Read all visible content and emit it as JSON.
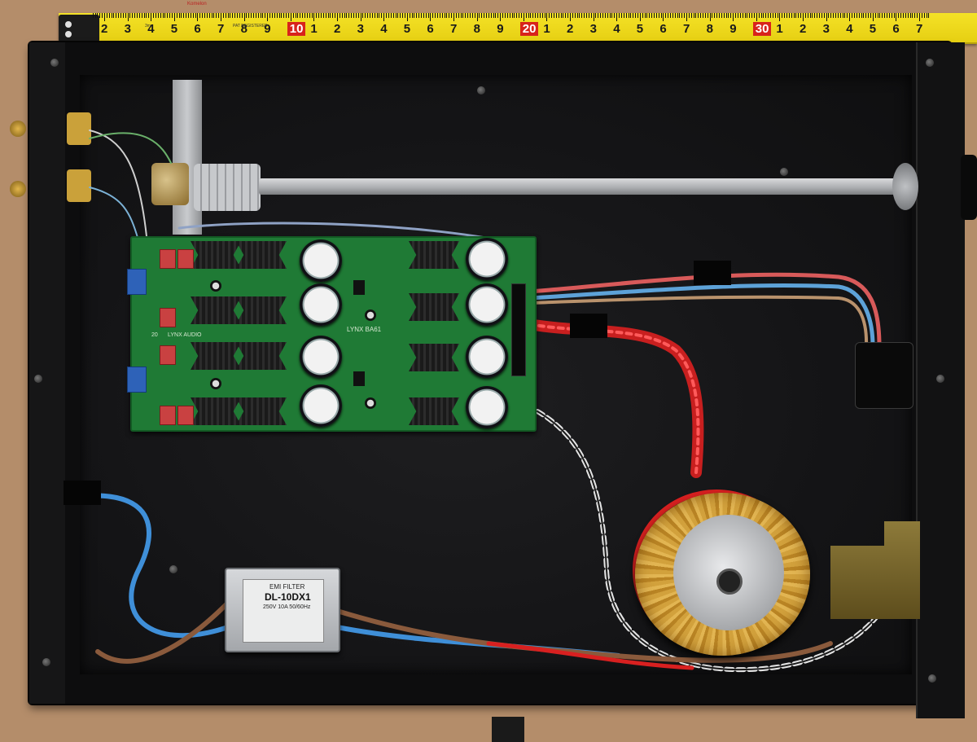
{
  "tape": {
    "numbers": [
      "2",
      "3",
      "4",
      "5",
      "6",
      "7",
      "8",
      "9",
      "10",
      "1",
      "2",
      "3",
      "4",
      "5",
      "6",
      "7",
      "8",
      "9",
      "20",
      "1",
      "2",
      "3",
      "4",
      "5",
      "6",
      "7",
      "8",
      "9",
      "30",
      "1",
      "2",
      "3",
      "4",
      "5",
      "6",
      "7"
    ],
    "red_numbers": [
      "10",
      "20",
      "30"
    ],
    "brand": "Komelon",
    "small_text_1": "3m",
    "small_text_2": "PAT REGISTERED"
  },
  "pcb": {
    "board_label": "LYNX BA61",
    "year_label": "20",
    "maker_label": "LYNX AUDIO"
  },
  "emi_filter": {
    "line1": "EMI FILTER",
    "line2": "DL-10DX1",
    "line3": "250V 10A 50/60Hz"
  },
  "colors": {
    "pcb": "#1f7a35",
    "chassis": "#0d0d0e",
    "tape": "#f4e227",
    "wire_red": "#d8231b",
    "wire_blue": "#3f8fd8",
    "wire_brown": "#8a5a3c"
  }
}
